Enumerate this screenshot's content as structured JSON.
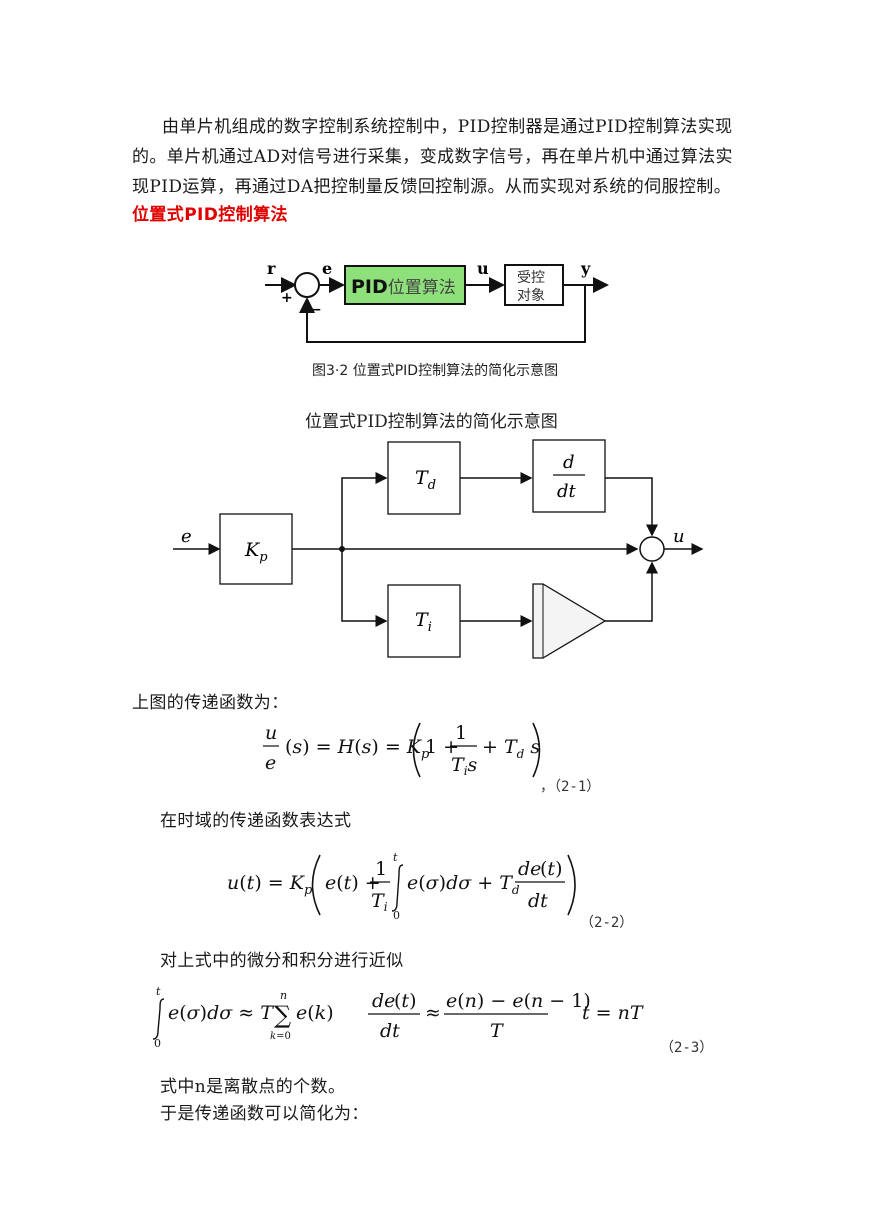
{
  "intro": {
    "line1": "由单片机组成的数字控制系统控制中，PID控制器是通过PID控制算法实现",
    "line2": "的。单片机通过AD对信号进行采集，变成数字信号，再在单片机中通过算法实",
    "line3": "现PID运算，再通过DA把控制量反馈回控制源。从而实现对系统的伺服控制。"
  },
  "section_heading": "位置式PID控制算法",
  "diagram1": {
    "signal_r": "r",
    "signal_e": "e",
    "signal_u": "u",
    "signal_y": "y",
    "plus": "+",
    "minus": "−",
    "controller_bold": "PID",
    "controller_rest": "位置算法",
    "plant_line1": "受控",
    "plant_line2": "对象",
    "figure_caption": "图3·2  位置式PID控制算法的简化示意图"
  },
  "diagram_caption": "位置式PID控制算法的简化示意图",
  "diagram2": {
    "input": "e",
    "output": "u",
    "kp": "K",
    "kp_sub": "p",
    "td": "T",
    "td_sub": "d",
    "ti": "T",
    "ti_sub": "i",
    "deriv_num": "d",
    "deriv_den": "dt"
  },
  "text_transfer": "上图的传递函数为：",
  "eq_2_1_no": "，（2-1）",
  "text_time_domain": "在时域的传递函数表达式",
  "eq_2_2_no": "（2-2）",
  "text_approx": "对上式中的微分和积分进行近似",
  "eq_2_3_no": "（2-3）",
  "text_n": "式中n是离散点的个数。",
  "text_simplify": "于是传递函数可以简化为："
}
